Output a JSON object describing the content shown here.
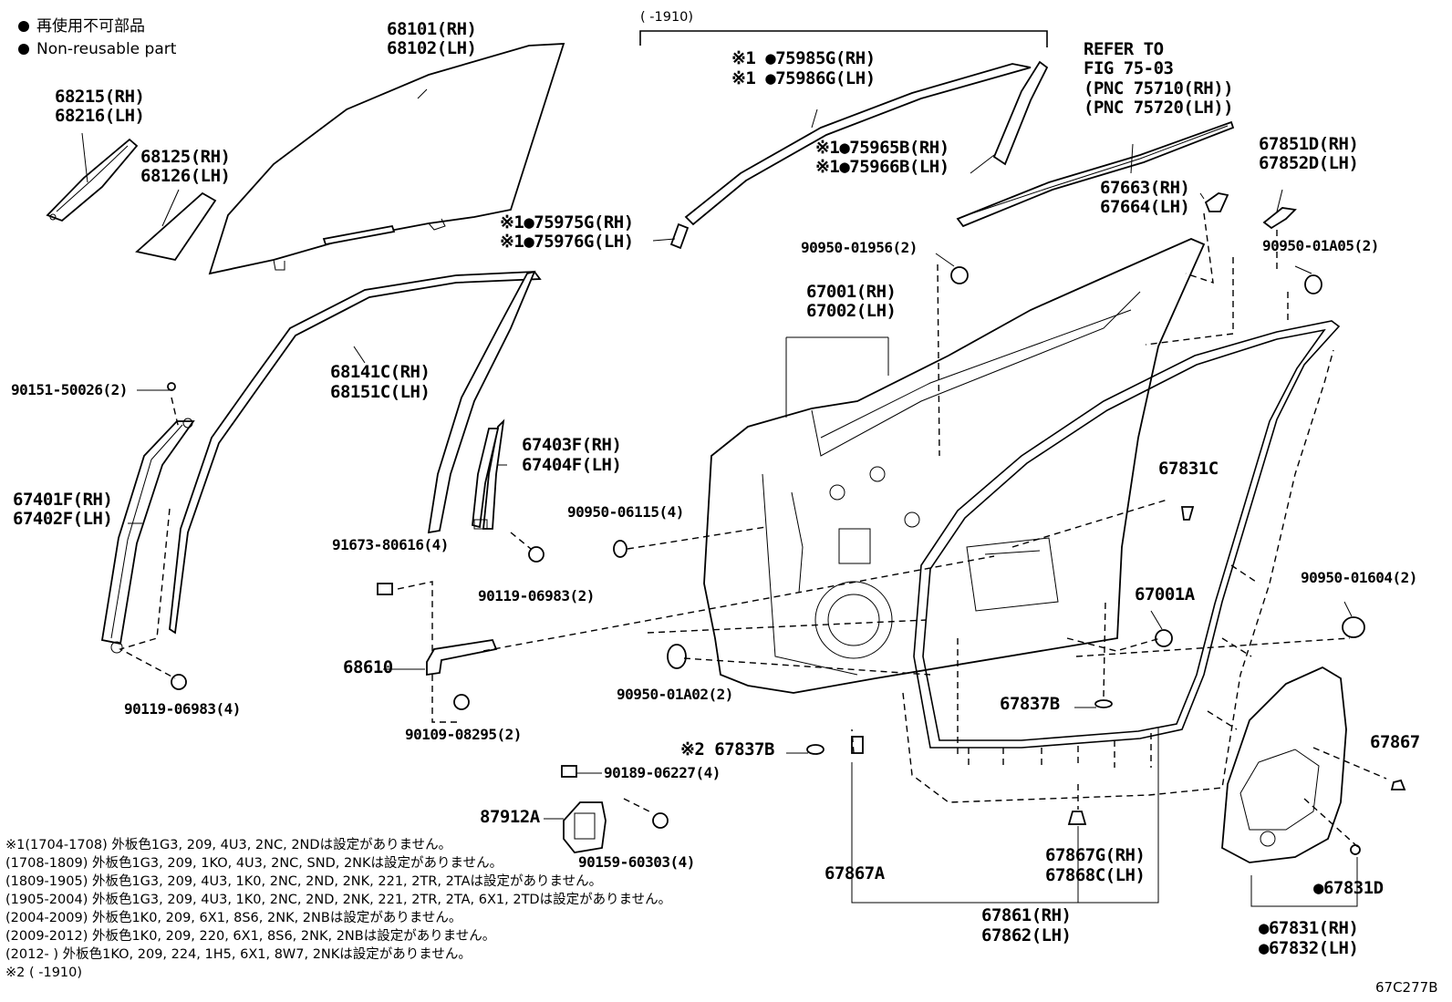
{
  "legend": {
    "jp": "再使用不可部品",
    "en": "Non-reusable part"
  },
  "top_bracket": "(      -1910)",
  "refer": [
    "REFER TO",
    "FIG 75-03",
    "(PNC 75710(RH))",
    "(PNC 75720(LH))"
  ],
  "parts": [
    "68101(RH)",
    "68102(LH)",
    "68215(RH)",
    "68216(LH)",
    "68125(RH)",
    "68126(LH)",
    "※1 ●75985G(RH)",
    "※1 ●75986G(LH)",
    "※1●75965B(RH)",
    "※1●75966B(LH)",
    "※1●75975G(RH)",
    "※1●75976G(LH)",
    "67851D(RH)",
    "67852D(LH)",
    "67663(RH)",
    "67664(LH)",
    "90950-01956(2)",
    "90950-01A05(2)",
    "67001(RH)",
    "67002(LH)",
    "68141C(RH)",
    "68151C(LH)",
    "90151-50026(2)",
    "67403F(RH)",
    "67404F(LH)",
    "67831C",
    "67401F(RH)",
    "67402F(LH)",
    "90950-06115(4)",
    "91673-80616(4)",
    "90119-06983(2)",
    "90950-01604(2)",
    "67001A",
    "68610",
    "90950-01A02(2)",
    "67837B",
    "90119-06983(4)",
    "90109-08295(2)",
    "※2 67837B",
    "67867",
    "90189-06227(4)",
    "87912A",
    "90159-60303(4)",
    "67867G(RH)",
    "67868C(LH)",
    "67867A",
    "●67831D",
    "67861(RH)",
    "67862(LH)",
    "●67831(RH)",
    "●67832(LH)"
  ],
  "notes": [
    "※1(1704-1708) 外板色1G3, 209, 4U3, 2NC, 2NDは設定がありません。",
    "    (1708-1809) 外板色1G3, 209, 1KO, 4U3, 2NC, SND, 2NKは設定がありません。",
    "    (1809-1905) 外板色1G3, 209, 4U3, 1K0, 2NC, 2ND, 2NK, 221, 2TR, 2TAは設定がありません。",
    "    (1905-2004) 外板色1G3, 209, 4U3, 1K0, 2NC, 2ND, 2NK, 221, 2TR, 2TA, 6X1, 2TDは設定がありません。",
    "    (2004-2009) 外板色1K0, 209, 6X1, 8S6, 2NK, 2NBは設定がありません。",
    "    (2009-2012) 外板色1K0, 209, 220, 6X1, 8S6, 2NK, 2NBは設定がありません。",
    "    (2012-      ) 外板色1KO, 209, 224, 1H5, 6X1, 8W7, 2NKは設定がありません。",
    "※2 (      -1910)"
  ],
  "figure_code": "67C277B"
}
